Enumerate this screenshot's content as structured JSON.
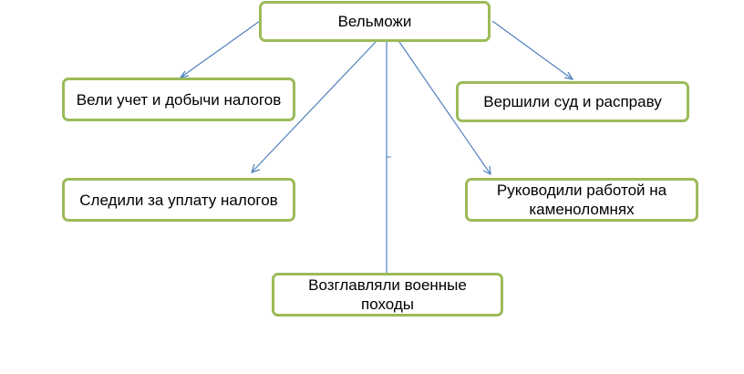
{
  "diagram": {
    "colors": {
      "node_border": "#9bbb59",
      "connector": "#4f81bd"
    },
    "nodes": {
      "root": {
        "label": "Вельможи"
      },
      "taxes_accounting": {
        "label": "Вели  учет и добычи налогов"
      },
      "justice": {
        "label": "Вершили суд и расправу"
      },
      "tax_payment": {
        "label": "Следили за уплату налогов"
      },
      "quarries": {
        "label": "Руководили работой на каменоломнях"
      },
      "military": {
        "label": "Возглавляли  военные походы"
      }
    },
    "edges": [
      {
        "from": "root",
        "to": "taxes_accounting",
        "arrow": true
      },
      {
        "from": "root",
        "to": "justice",
        "arrow": true
      },
      {
        "from": "root",
        "to": "tax_payment",
        "arrow": true
      },
      {
        "from": "root",
        "to": "quarries",
        "arrow": true
      },
      {
        "from": "root",
        "to": "military",
        "arrow": false
      }
    ]
  }
}
